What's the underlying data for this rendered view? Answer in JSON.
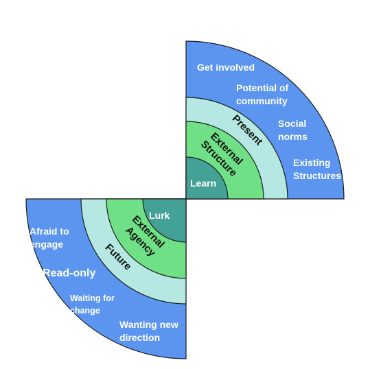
{
  "colors": {
    "outer": "#5b95f0",
    "middle": "#b5e8e2",
    "inner": "#6fe086",
    "core": "#43a196",
    "stroke": "#1a1a1a"
  },
  "present": {
    "outer_labels": [
      [
        "Get involved"
      ],
      [
        "Potential of",
        "community"
      ],
      [
        "Social",
        "norms"
      ],
      [
        "Existing",
        "Structures"
      ]
    ],
    "ring_label": "Present",
    "inner_label": [
      "External",
      "Structure"
    ],
    "core_label": "Learn"
  },
  "future": {
    "outer_labels": [
      [
        "Afraid to",
        "engage"
      ],
      [
        "Read-only"
      ],
      [
        "Waiting for",
        "change"
      ],
      [
        "Wanting new",
        "direction"
      ]
    ],
    "ring_label": "Future",
    "inner_label": [
      "External",
      "Agency"
    ],
    "core_label": "Lurk"
  }
}
